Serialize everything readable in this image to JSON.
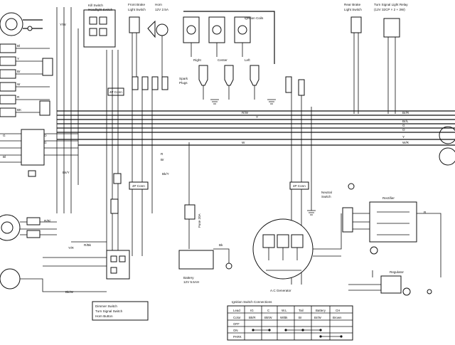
{
  "components": {
    "kill_switch": [
      "Kill Switch",
      "Headlight Switch"
    ],
    "front_brake": [
      "Front Brake",
      "Light Switch"
    ],
    "horn": [
      "Horn",
      "12V 2.5A"
    ],
    "ignition_coils": "Ignition Coils",
    "rear_brake": [
      "Rear Brake",
      "Light Switch"
    ],
    "turn_relay": [
      "Turn Signal Light Relay",
      "(12V 32CP × 2 + 3W)"
    ],
    "spark_plugs": [
      "Spark",
      "Plugs"
    ],
    "cylinders": [
      "Right",
      "Center",
      "Left"
    ],
    "battery": [
      "Battery",
      "12V 5.5AH"
    ],
    "fuse": "Fuse 20A",
    "neutral_switch": [
      "Neutral",
      "Switch"
    ],
    "rectifier": "Rectifier",
    "regulator": "Regulator",
    "ac_generator": "A.C Generator",
    "dimmer_switch": [
      "Dimmer Switch",
      "Turn Signal Switch",
      "Horn Button"
    ],
    "connector": "4P Conn"
  },
  "wire_codes": {
    "right_bus": [
      "Br/R",
      "Br/L",
      "G",
      "O",
      "Y",
      "W/R"
    ],
    "left_bus": [
      "Bl",
      "Y",
      "Br",
      "W",
      "R",
      "BK",
      "G",
      "Bl"
    ],
    "misc": [
      "W",
      "R/W",
      "Y",
      "Bk/Y",
      "R",
      "Br",
      "Bk",
      "Y/R",
      "R/Bk",
      "R/Bl",
      "Bk/W",
      "Y/W",
      "R",
      "O",
      "G",
      "Bk/Y"
    ]
  },
  "ignition_table": {
    "title": "Ignition Switch Connections",
    "headers": [
      "Lead",
      "IG",
      "C",
      "W.L",
      "Tail",
      "Battery",
      "CH"
    ],
    "rows": [
      [
        "Color",
        "Bk/R",
        "Bk/W",
        "W/Bk",
        "Br",
        "Br/W",
        "Brown"
      ],
      [
        "OFF",
        "",
        "",
        "",
        "",
        "",
        ""
      ],
      [
        "ON",
        "",
        "",
        "",
        "",
        "",
        ""
      ],
      [
        "PARK",
        "",
        "",
        "",
        "",
        "",
        ""
      ]
    ],
    "connections": {
      "OFF": [],
      "ON": [
        [
          0,
          1
        ],
        [
          2,
          3
        ],
        [
          3,
          4
        ]
      ],
      "PARK": [
        [
          4,
          5
        ]
      ]
    }
  }
}
